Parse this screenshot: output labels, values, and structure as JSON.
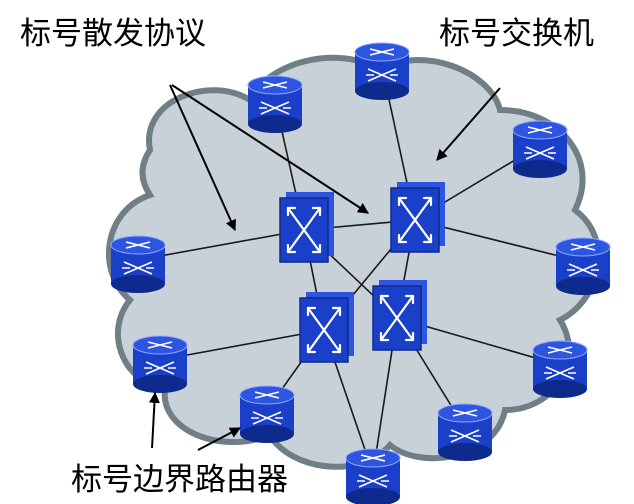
{
  "labels": {
    "ldp": "标号散发协议",
    "lsr": "标号交换机",
    "ler": "标号边界路由器"
  },
  "colors": {
    "cloud_fill": "#c8d0d8",
    "cloud_stroke": "#6f7f85",
    "device_top": "#2d55e0",
    "device_body": "#1a3fc8",
    "device_dark": "#0d2a8c",
    "link": "#1a1a1a",
    "arrow": "#000000"
  },
  "nodes": {
    "core_switches": [
      "switch-1",
      "switch-2",
      "switch-3",
      "switch-4"
    ],
    "edge_routers": [
      "router-1",
      "router-2",
      "router-3",
      "router-4",
      "router-5",
      "router-6",
      "router-7",
      "router-8",
      "router-9",
      "router-10"
    ]
  },
  "icons": {
    "switch": "label-switch-icon",
    "router": "edge-router-icon"
  }
}
